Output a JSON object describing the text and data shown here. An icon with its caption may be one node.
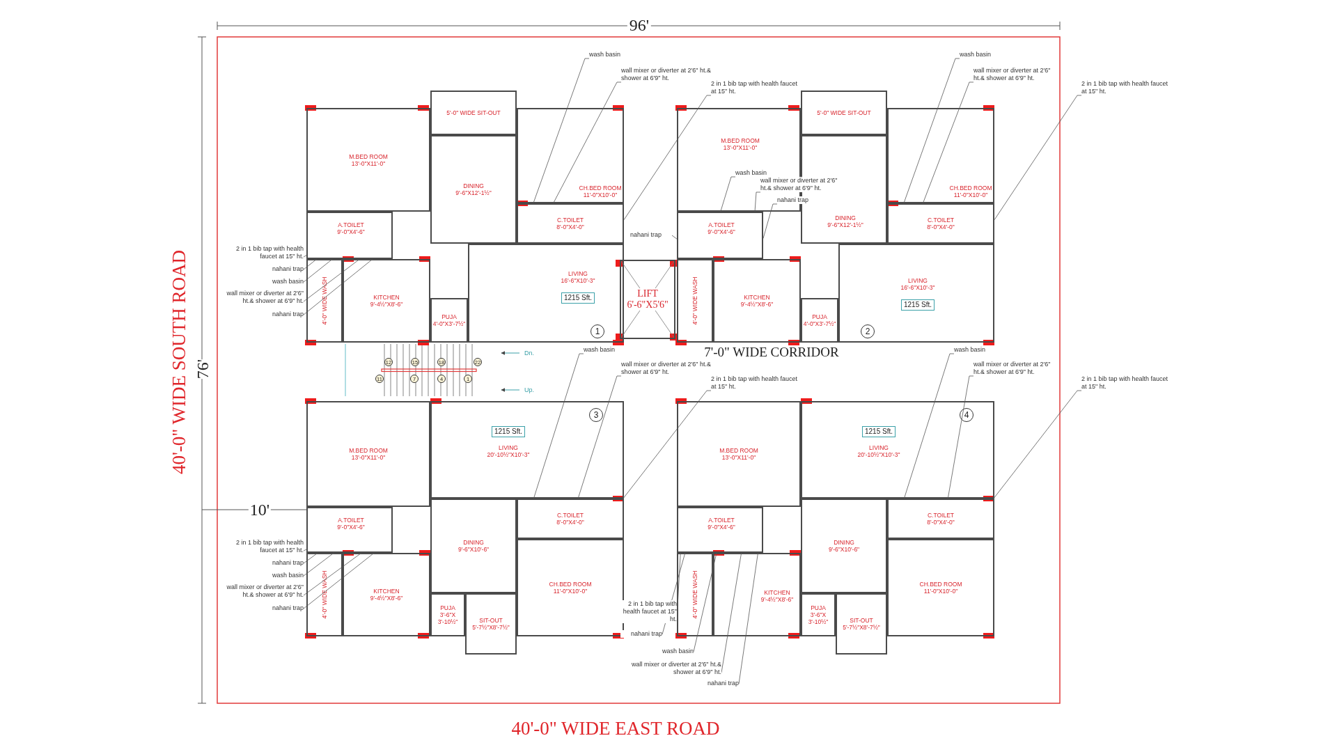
{
  "diagram": {
    "nodes": [
      {
        "text": [
          "M.BED ROOM",
          "13'-0\"X11'-0\""
        ]
      },
      {
        "text": [
          "A.TOILET",
          "9'-0\"X4'-6\""
        ]
      },
      {
        "text": [
          "4'-0\" WIDE WASH"
        ]
      },
      {
        "text": [
          "KITCHEN",
          "9'-4½\"X8'-6\""
        ]
      },
      {
        "text": [
          "5'-0\" WIDE SIT-OUT"
        ]
      },
      {
        "text": [
          "DINING",
          "9'-6\"X12'-1½\""
        ]
      },
      {
        "text": [
          "CH.BED ROOM",
          "11'-0\"X10'-0\""
        ]
      },
      {
        "text": [
          "C.TOILET",
          "8'-0\"X4'-0\""
        ]
      },
      {
        "text": [
          "LIVING",
          "16'-6\"X10'-3\""
        ]
      },
      {
        "text": [
          "1215 Sft."
        ],
        "in": 8
      },
      {
        "text": [
          "1"
        ],
        "in": 8
      },
      {
        "text": [
          "PUJA",
          "4'-0\"X3'-7½\""
        ]
      },
      {
        "text": [
          "LIFT",
          "6'-6\"X5'6\""
        ]
      },
      {
        "text": [
          "M.BED ROOM",
          "13'-0\"X11'-0\""
        ]
      },
      {
        "text": [
          "A.TOILET",
          "9'-0\"X4'-6\""
        ]
      },
      {
        "text": [
          "4'-0\" WIDE WASH"
        ]
      },
      {
        "text": [
          "KITCHEN",
          "9'-4½\"X8'-6\""
        ]
      },
      {
        "text": [
          "5'-0\" WIDE SIT-OUT"
        ]
      },
      {
        "text": [
          "DINING",
          "9'-6\"X12'-1½\""
        ]
      },
      {
        "text": [
          "CH.BED ROOM",
          "11'-0\"X10'-0\""
        ]
      },
      {
        "text": [
          "C.TOILET",
          "8'-0\"X4'-0\""
        ]
      },
      {
        "text": [
          "LIVING",
          "16'-6\"X10'-3\""
        ]
      },
      {
        "text": [
          "1215 Sft."
        ],
        "in": 21
      },
      {
        "text": [
          "2"
        ],
        "in": 21
      },
      {
        "text": [
          "PUJA",
          "4'-0\"X3'-7½\""
        ]
      },
      {
        "text": [
          "12"
        ]
      },
      {
        "text": [
          "15"
        ]
      },
      {
        "text": [
          "18"
        ]
      },
      {
        "text": [
          "22"
        ]
      },
      {
        "text": [
          "11"
        ]
      },
      {
        "text": [
          "7"
        ]
      },
      {
        "text": [
          "4"
        ]
      },
      {
        "text": [
          "1"
        ]
      },
      {
        "text": [
          "M.BED ROOM",
          "13'-0\"X11'-0\""
        ]
      },
      {
        "text": [
          "A.TOILET",
          "9'-0\"X4'-6\""
        ]
      },
      {
        "text": [
          "4'-0\" WIDE WASH"
        ]
      },
      {
        "text": [
          "KITCHEN",
          "9'-4½\"X8'-6\""
        ]
      },
      {
        "text": [
          "LIVING",
          "20'-10½\"X10'-3\""
        ]
      },
      {
        "text": [
          "1215 Sft."
        ],
        "in": 37
      },
      {
        "text": [
          "3"
        ],
        "in": 37
      },
      {
        "text": [
          "DINING",
          "9'-6\"X10'-6\""
        ]
      },
      {
        "text": [
          "C.TOILET",
          "8'-0\"X4'-0\""
        ]
      },
      {
        "text": [
          "CH.BED ROOM",
          "11'-0\"X10'-0\""
        ]
      },
      {
        "text": [
          "PUJA",
          "3'-6\"X 3'-10½\""
        ]
      },
      {
        "text": [
          "SIT-OUT",
          "5'-7½\"X8'-7½\""
        ]
      },
      {
        "text": [
          "M.BED ROOM",
          "13'-0\"X11'-0\""
        ]
      },
      {
        "text": [
          "A.TOILET",
          "9'-0\"X4'-6\""
        ]
      },
      {
        "text": [
          "4'-0\" WIDE WASH"
        ]
      },
      {
        "text": [
          "KITCHEN",
          "9'-4½\"X8'-6\""
        ]
      },
      {
        "text": [
          "LIVING",
          "20'-10½\"X10'-3\""
        ]
      },
      {
        "text": [
          "1215 Sft."
        ],
        "in": 49
      },
      {
        "text": [
          "4"
        ],
        "in": 49
      },
      {
        "text": [
          "DINING",
          "9'-6\"X10'-6\""
        ]
      },
      {
        "text": [
          "C.TOILET",
          "8'-0\"X4'-0\""
        ]
      },
      {
        "text": [
          "CH.BED ROOM",
          "11'-0\"X10'-0\""
        ]
      },
      {
        "text": [
          "PUJA",
          "3'-6\"X 3'-10½\""
        ]
      },
      {
        "text": [
          "SIT-OUT",
          "5'-7½\"X8'-7½\""
        ]
      },
      {
        "text": [
          "wash basin"
        ]
      },
      {
        "text": [
          "wall mixer or diverter at 2'6\" ht.& shower at 6'9\" ht."
        ]
      },
      {
        "text": [
          "2 in 1 bib tap with health faucet at 15\" ht."
        ]
      },
      {
        "text": [
          "wash basin"
        ]
      },
      {
        "text": [
          "wall mixer or diverter at 2'6\" ht.& shower at 6'9\" ht."
        ]
      },
      {
        "text": [
          "2 in 1 bib tap with health faucet at 15\" ht."
        ]
      },
      {
        "text": [
          "2 in 1 bib tap with health faucet at 15\" ht."
        ]
      },
      {
        "text": [
          "nahani trap"
        ]
      },
      {
        "text": [
          "wash basin"
        ]
      },
      {
        "text": [
          "wall mixer or diverter at 2'6\" ht.& shower at 6'9\" ht."
        ]
      },
      {
        "text": [
          "nahani trap"
        ]
      },
      {
        "text": [
          "nahani trap"
        ]
      },
      {
        "text": [
          "wash basin"
        ],
        "in": 13
      },
      {
        "text": [
          "wall mixer or diverter at 2'6\" ht.& shower at 6'9\" ht."
        ]
      },
      {
        "text": [
          "nahani trap"
        ]
      },
      {
        "text": [
          "wash basin"
        ]
      },
      {
        "text": [
          "wall mixer or diverter at 2'6\" ht.& shower at 6'9\" ht."
        ]
      },
      {
        "text": [
          "2 in 1 bib tap with health faucet at 15\" ht."
        ]
      },
      {
        "text": [
          "wash basin"
        ]
      },
      {
        "text": [
          "wall mixer or diverter at 2'6\" ht.& shower at 6'9\" ht."
        ]
      },
      {
        "text": [
          "2 in 1 bib tap with health faucet at 15\" ht."
        ]
      },
      {
        "text": [
          "2 in 1 bib tap with health faucet at 15\" ht."
        ]
      },
      {
        "text": [
          "nahani trap"
        ]
      },
      {
        "text": [
          "wash basin"
        ]
      },
      {
        "text": [
          "wall mixer or diverter at 2'6\" ht.& shower at 6'9\" ht."
        ]
      },
      {
        "text": [
          "nahani trap"
        ]
      },
      {
        "text": [
          "2 in 1 bib tap with health faucet at 15\" ht."
        ]
      },
      {
        "text": [
          "nahani trap"
        ]
      },
      {
        "text": [
          "wash basin"
        ]
      },
      {
        "text": [
          "wall mixer or diverter at 2'6\" ht.& shower at 6'9\" ht."
        ]
      },
      {
        "text": [
          "nahani trap"
        ]
      }
    ],
    "edges": [
      {
        "from": 57,
        "to": 7,
        "arrow": "none"
      },
      {
        "from": 58,
        "to": 7,
        "arrow": "none"
      },
      {
        "from": 59,
        "to": 7,
        "arrow": "none"
      },
      {
        "from": 60,
        "to": 20,
        "arrow": "none"
      },
      {
        "from": 61,
        "to": 20,
        "arrow": "none"
      },
      {
        "from": 62,
        "to": 20,
        "arrow": "none"
      },
      {
        "from": 63,
        "to": 1,
        "arrow": "none"
      },
      {
        "from": 64,
        "to": 1,
        "arrow": "none"
      },
      {
        "from": 65,
        "to": 1,
        "arrow": "none"
      },
      {
        "from": 66,
        "to": 1,
        "arrow": "none"
      },
      {
        "from": 67,
        "to": 1,
        "arrow": "none"
      },
      {
        "from": 68,
        "to": 14,
        "arrow": "none"
      },
      {
        "from": 69,
        "to": 14,
        "arrow": "none"
      },
      {
        "from": 70,
        "to": 14,
        "arrow": "none"
      },
      {
        "from": 71,
        "to": 14,
        "arrow": "none"
      },
      {
        "from": 72,
        "to": 41,
        "arrow": "none"
      },
      {
        "from": 73,
        "to": 41,
        "arrow": "none"
      },
      {
        "from": 74,
        "to": 41,
        "arrow": "none"
      },
      {
        "from": 75,
        "to": 53,
        "arrow": "none"
      },
      {
        "from": 76,
        "to": 53,
        "arrow": "none"
      },
      {
        "from": 77,
        "to": 53,
        "arrow": "none"
      },
      {
        "from": 78,
        "to": 34,
        "arrow": "none"
      },
      {
        "from": 79,
        "to": 34,
        "arrow": "none"
      },
      {
        "from": 80,
        "to": 34,
        "arrow": "none"
      },
      {
        "from": 81,
        "to": 34,
        "arrow": "none"
      },
      {
        "from": 82,
        "to": 34,
        "arrow": "none"
      },
      {
        "from": 83,
        "to": 46,
        "arrow": "none"
      },
      {
        "from": 84,
        "to": 46,
        "arrow": "none"
      },
      {
        "from": 85,
        "to": 46,
        "arrow": "none"
      },
      {
        "from": 86,
        "to": 46,
        "arrow": "none"
      },
      {
        "from": 87,
        "to": 46,
        "arrow": "none"
      }
    ],
    "labels": [
      "96'",
      "40'-0\" WIDE SOUTH ROAD",
      "76'",
      "Dn.",
      "7'-0\" WIDE CORRIDOR",
      "Up.",
      "10'",
      "40'-0\" WIDE EAST ROAD"
    ]
  }
}
